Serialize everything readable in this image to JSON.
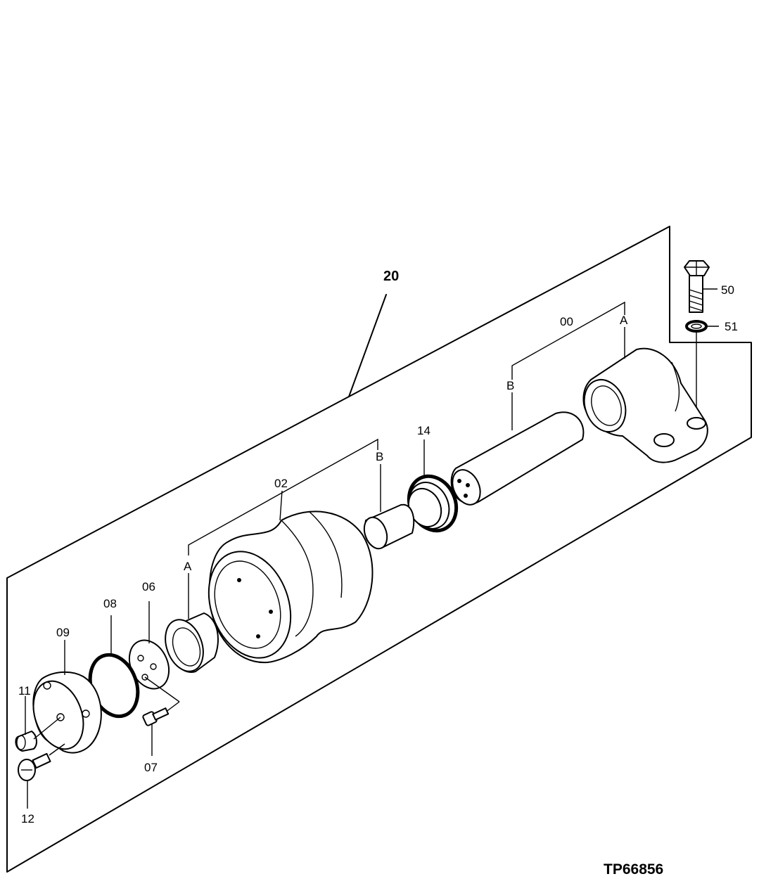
{
  "diagram": {
    "assembly_label": "20",
    "drawing_code": "TP66856",
    "parts": [
      {
        "id": "00",
        "label": "00"
      },
      {
        "id": "02",
        "label": "02"
      },
      {
        "id": "06",
        "label": "06"
      },
      {
        "id": "07",
        "label": "07"
      },
      {
        "id": "08",
        "label": "08"
      },
      {
        "id": "09",
        "label": "09"
      },
      {
        "id": "11",
        "label": "11"
      },
      {
        "id": "12",
        "label": "12"
      },
      {
        "id": "14",
        "label": "14"
      },
      {
        "id": "50",
        "label": "50"
      },
      {
        "id": "51",
        "label": "51"
      }
    ],
    "refs": {
      "a": "A",
      "b": "B"
    }
  }
}
